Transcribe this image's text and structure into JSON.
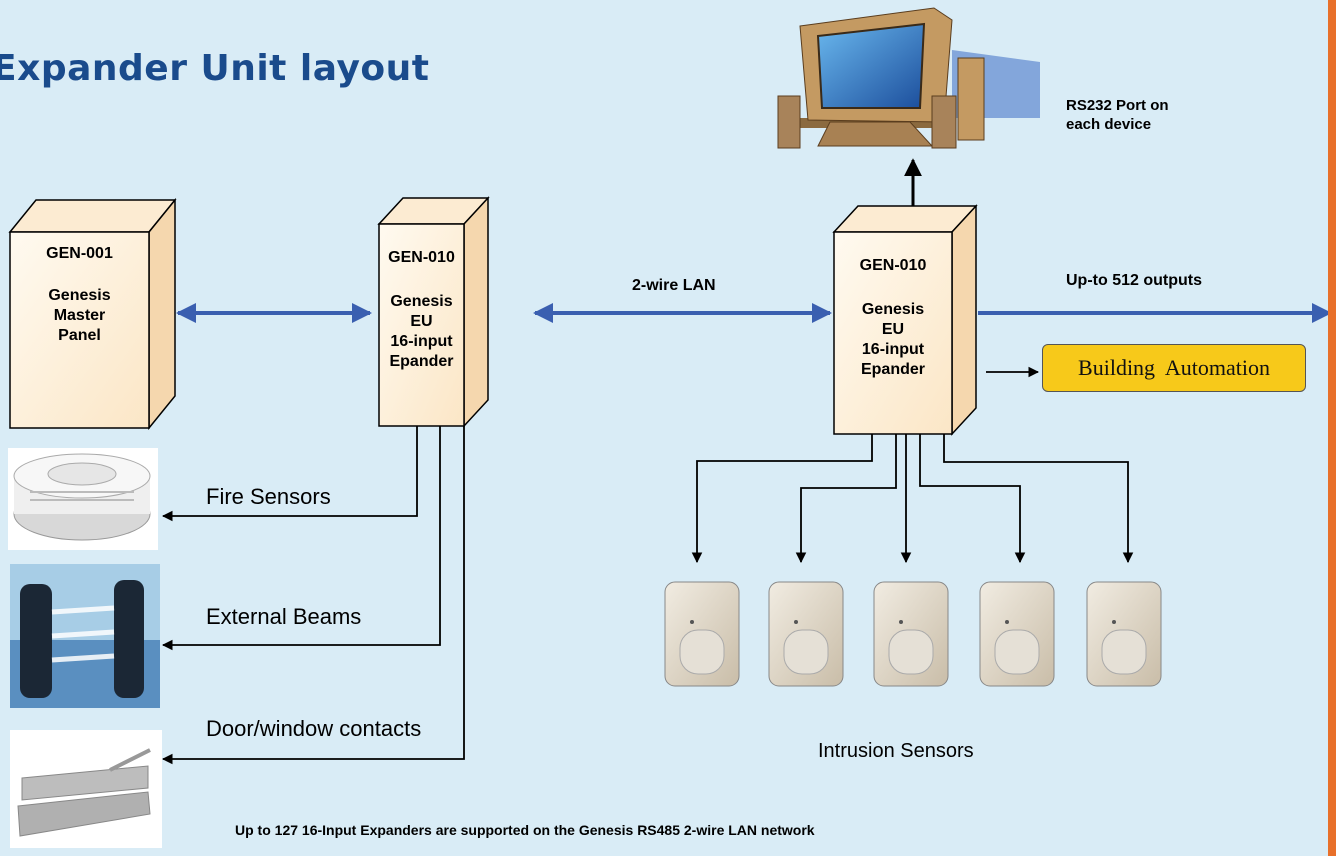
{
  "title": "Expander Unit layout",
  "colors": {
    "background": "#d9ecf6",
    "link_line": "#3a5fb0",
    "title": "#1a4b8c",
    "automation_box": "#f7c91a",
    "right_border": "#e8702a"
  },
  "devices": {
    "master": {
      "model": "GEN-001",
      "name": "Genesis Master Panel",
      "lines": [
        "Genesis",
        "Master",
        "Panel"
      ]
    },
    "expander_left": {
      "model": "GEN-010",
      "name": "Genesis EU 16-input Epander",
      "lines": [
        "Genesis",
        "EU",
        "16-input",
        "Epander"
      ]
    },
    "expander_right": {
      "model": "GEN-010",
      "name": "Genesis EU 16-input Epander",
      "lines": [
        "Genesis",
        "EU",
        "16-input",
        "Epander"
      ]
    }
  },
  "labels": {
    "lan": "2-wire LAN",
    "rs232": [
      "RS232 Port on",
      "each device"
    ],
    "outputs": "Up-to 512 outputs",
    "building_automation": "Building  Automation",
    "fire": "Fire Sensors",
    "beams": "External Beams",
    "doors": "Door/window contacts",
    "intrusion": "Intrusion Sensors",
    "footer": "Up to 127 16-Input Expanders are supported on the Genesis RS485 2-wire LAN network"
  },
  "icons": [
    "computer-icon",
    "smoke-detector-icon",
    "beam-sensor-icon",
    "door-contact-icon",
    "pir-sensor-icon"
  ]
}
